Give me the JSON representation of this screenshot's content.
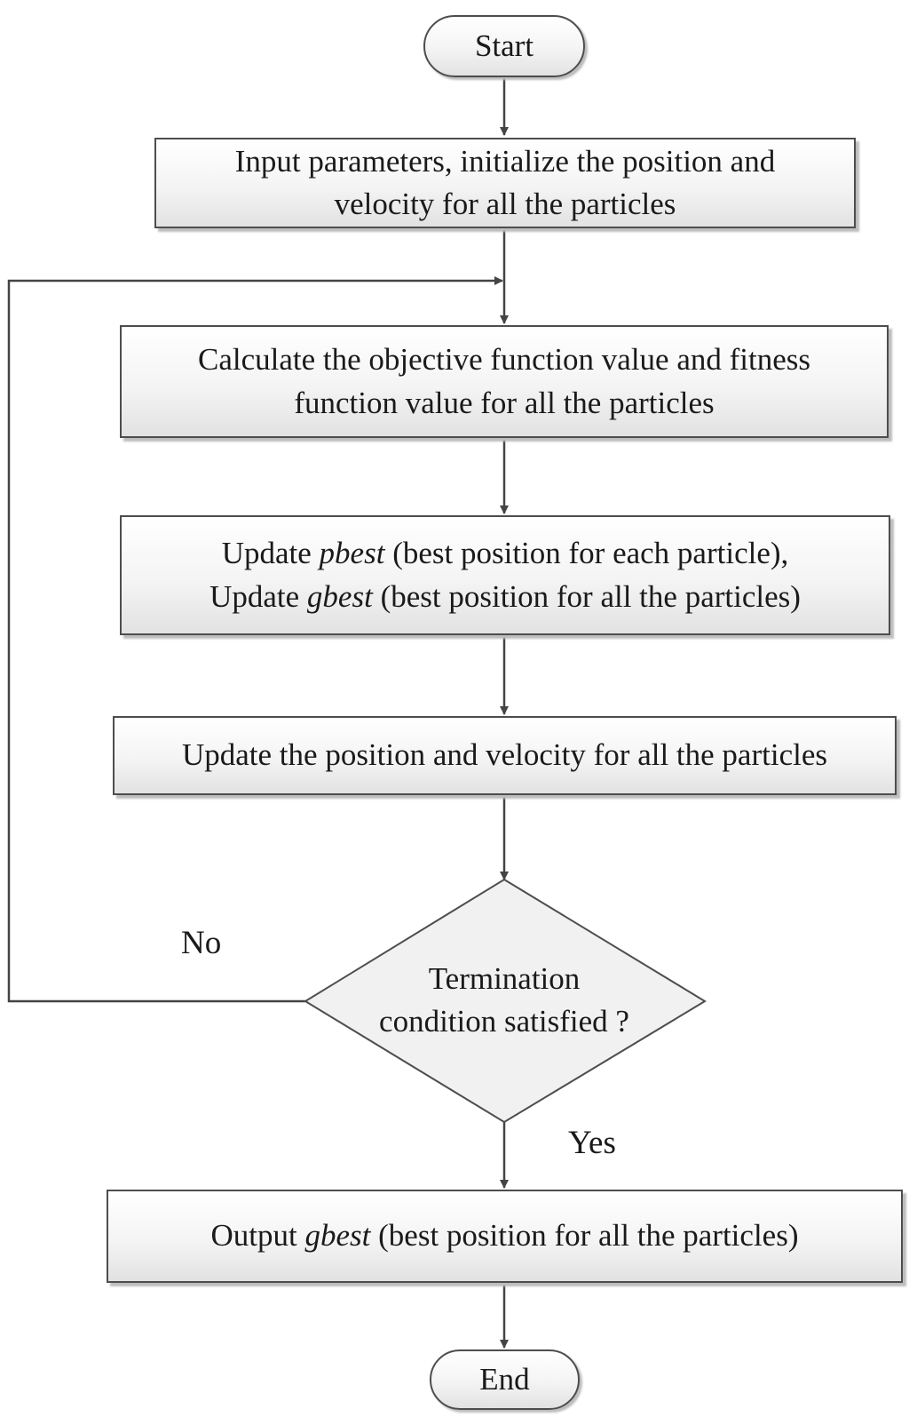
{
  "flowchart": {
    "start": "Start",
    "step1": {
      "line1": "Input parameters, initialize the position and",
      "line2": "velocity for all the particles"
    },
    "step2": {
      "line1": "Calculate the objective function value and fitness",
      "line2": "function value for all the particles"
    },
    "step3": {
      "line1_pre": "Update ",
      "line1_var": "pbest",
      "line1_post": " (best position for each particle),",
      "line2_pre": "Update ",
      "line2_var": "gbest",
      "line2_post": " (best position for all the particles)"
    },
    "step4": "Update the position and velocity for all the particles",
    "decision": {
      "line1": "Termination",
      "line2": "condition satisfied ?"
    },
    "no_label": "No",
    "yes_label": "Yes",
    "step5": {
      "pre": "Output ",
      "var": "gbest",
      "post": " (best position for all the particles)"
    },
    "end": "End"
  }
}
